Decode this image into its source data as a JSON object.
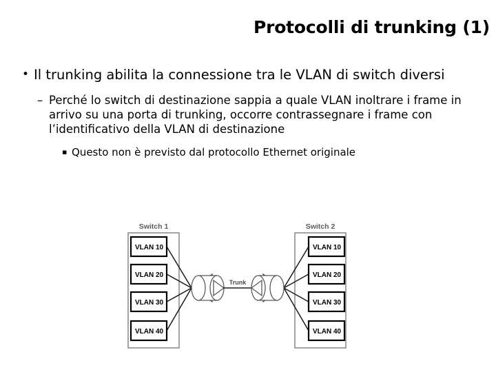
{
  "slide": {
    "title": "Protocolli di trunking (1)",
    "bullets": [
      {
        "level": 1,
        "marker": "•",
        "text": "Il trunking abilita la connessione tra le VLAN di switch diversi"
      },
      {
        "level": 2,
        "marker": "–",
        "text": "Perché lo switch di destinazione sappia a quale VLAN inoltrare i frame in arrivo su una porta di trunking, occorre contrassegnare i frame con l’identificativo della VLAN di destinazione"
      },
      {
        "level": 3,
        "marker": "▪",
        "text": "Questo non è previsto dal protocollo Ethernet originale"
      }
    ]
  },
  "diagram": {
    "trunk_label": "Trunk",
    "switches": [
      {
        "name": "Switch 1",
        "vlans": [
          "VLAN 10",
          "VLAN 20",
          "VLAN 30",
          "VLAN 40"
        ]
      },
      {
        "name": "Switch 2",
        "vlans": [
          "VLAN 10",
          "VLAN 20",
          "VLAN 30",
          "VLAN 40"
        ]
      }
    ],
    "colors": {
      "switch_border": "#8d8d8d",
      "vlan_border": "#000000",
      "switch_title": "#5a5a5a",
      "connector": "#1a1a1a",
      "cylinder_stroke": "#5a5a5a",
      "background": "#ffffff"
    }
  }
}
